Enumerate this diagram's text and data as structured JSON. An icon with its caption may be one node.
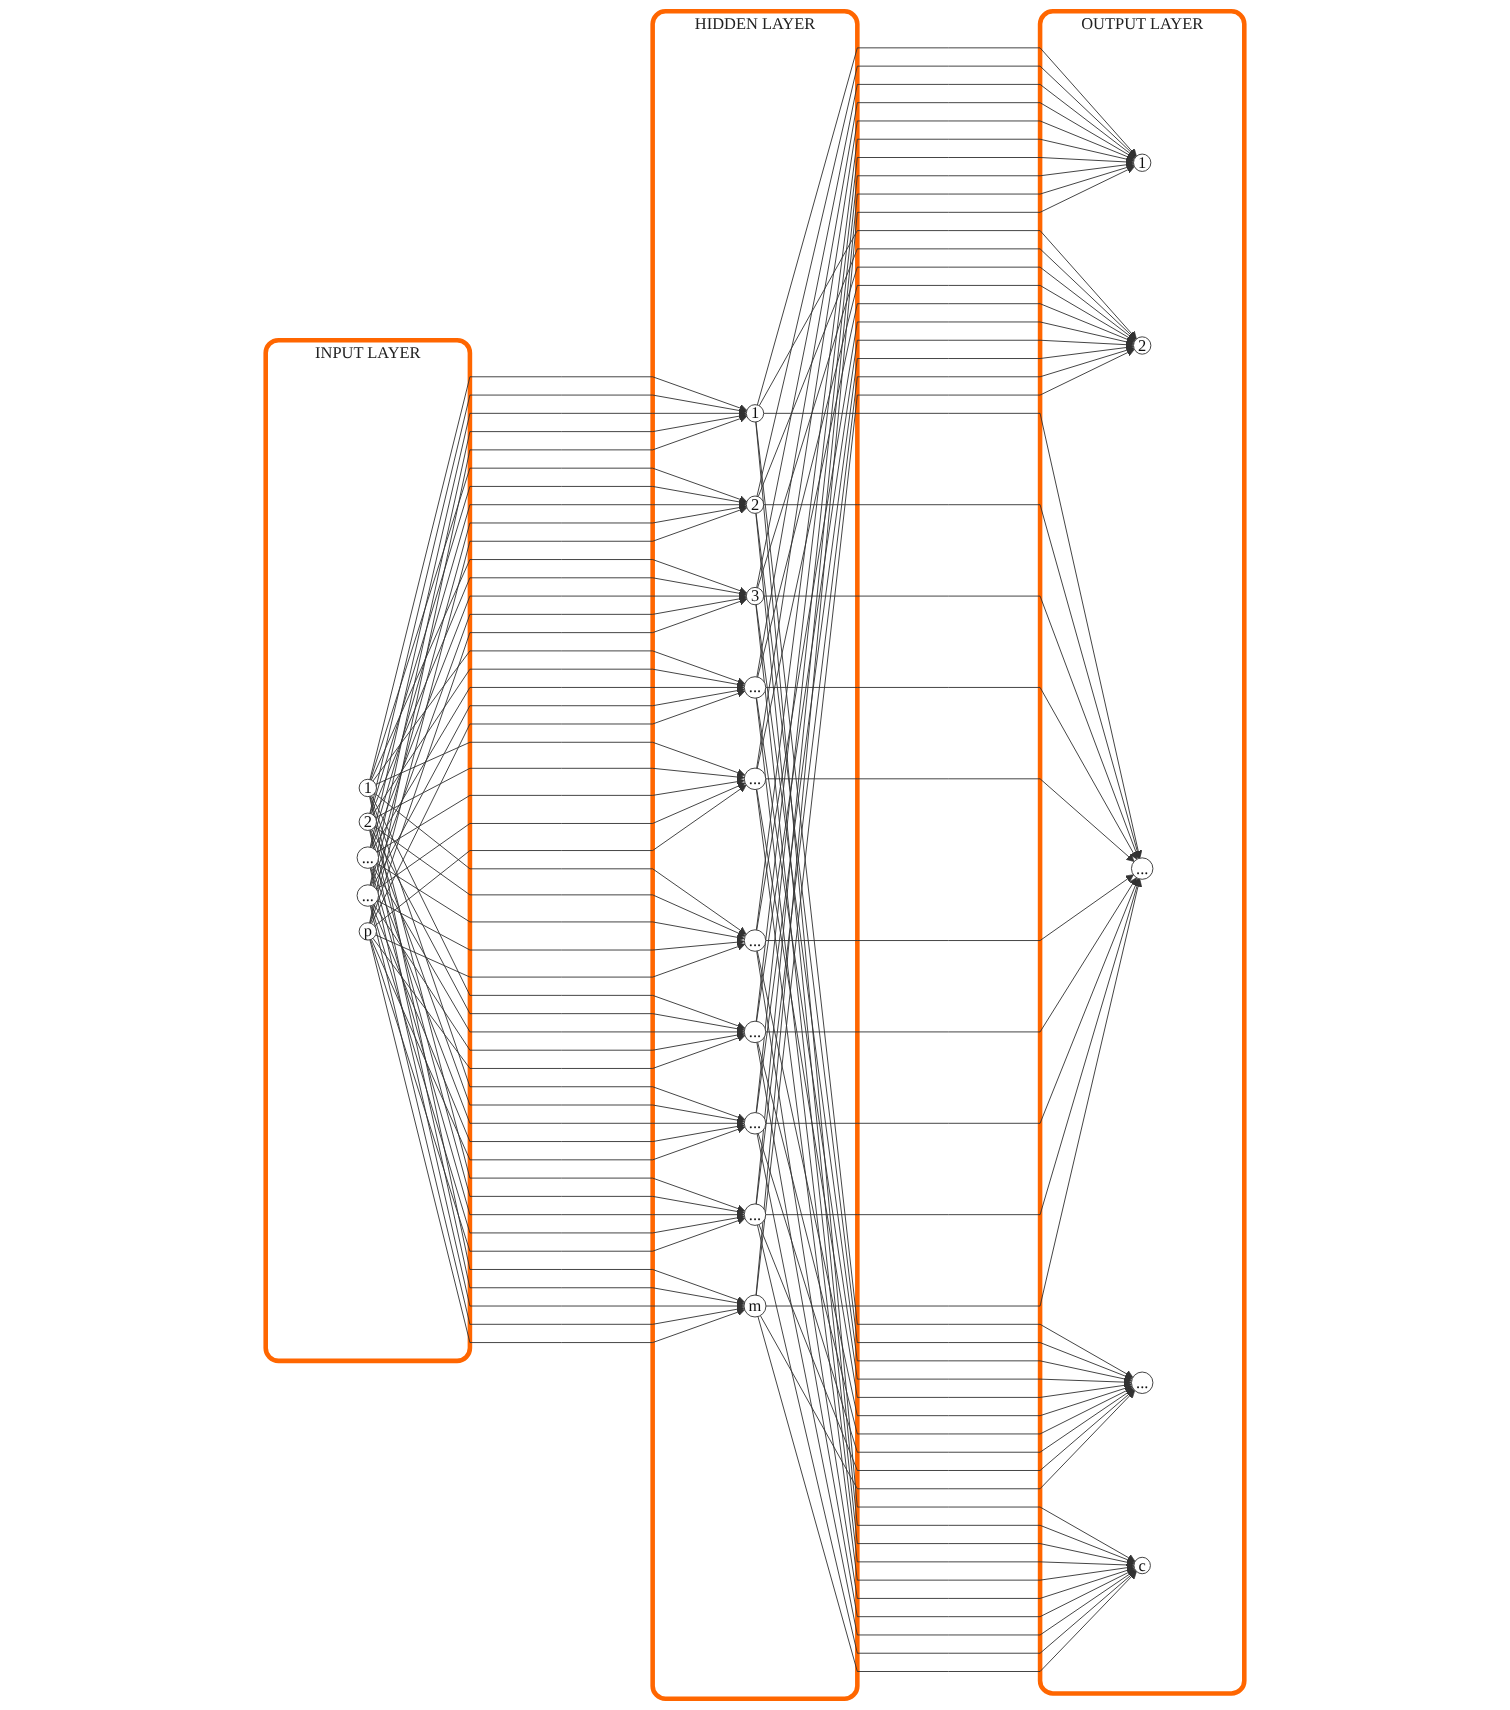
{
  "diagram": {
    "nodes": [
      {
        "text": [
          "INPUT LAYER"
        ]
      },
      {
        "text": [
          "1"
        ],
        "in": 0
      },
      {
        "text": [
          "2"
        ],
        "in": 0
      },
      {
        "text": [
          "..."
        ],
        "in": 0
      },
      {
        "text": [
          "..."
        ],
        "in": 0
      },
      {
        "text": [
          "p"
        ],
        "in": 0
      },
      {
        "text": [
          "HIDDEN LAYER"
        ]
      },
      {
        "text": [
          "1"
        ],
        "in": 6
      },
      {
        "text": [
          "2"
        ],
        "in": 6
      },
      {
        "text": [
          "3"
        ],
        "in": 6
      },
      {
        "text": [
          "..."
        ],
        "in": 6
      },
      {
        "text": [
          "..."
        ],
        "in": 6
      },
      {
        "text": [
          "..."
        ],
        "in": 6
      },
      {
        "text": [
          "..."
        ],
        "in": 6
      },
      {
        "text": [
          "..."
        ],
        "in": 6
      },
      {
        "text": [
          "..."
        ],
        "in": 6
      },
      {
        "text": [
          "m"
        ],
        "in": 6
      },
      {
        "text": [
          "OUTPUT LAYER"
        ]
      },
      {
        "text": [
          "1"
        ],
        "in": 17
      },
      {
        "text": [
          "2"
        ],
        "in": 17
      },
      {
        "text": [
          "..."
        ],
        "in": 17
      },
      {
        "text": [
          "..."
        ],
        "in": 17
      },
      {
        "text": [
          "c"
        ],
        "in": 17
      }
    ],
    "edges": [
      {
        "from": 1,
        "to": 7,
        "arrow": "to"
      },
      {
        "from": 1,
        "to": 8,
        "arrow": "to"
      },
      {
        "from": 1,
        "to": 9,
        "arrow": "to"
      },
      {
        "from": 1,
        "to": 10,
        "arrow": "to"
      },
      {
        "from": 1,
        "to": 11,
        "arrow": "to"
      },
      {
        "from": 1,
        "to": 12,
        "arrow": "to"
      },
      {
        "from": 1,
        "to": 13,
        "arrow": "to"
      },
      {
        "from": 1,
        "to": 14,
        "arrow": "to"
      },
      {
        "from": 1,
        "to": 15,
        "arrow": "to"
      },
      {
        "from": 1,
        "to": 16,
        "arrow": "to"
      },
      {
        "from": 2,
        "to": 7,
        "arrow": "to"
      },
      {
        "from": 2,
        "to": 8,
        "arrow": "to"
      },
      {
        "from": 2,
        "to": 9,
        "arrow": "to"
      },
      {
        "from": 2,
        "to": 10,
        "arrow": "to"
      },
      {
        "from": 2,
        "to": 11,
        "arrow": "to"
      },
      {
        "from": 2,
        "to": 12,
        "arrow": "to"
      },
      {
        "from": 2,
        "to": 13,
        "arrow": "to"
      },
      {
        "from": 2,
        "to": 14,
        "arrow": "to"
      },
      {
        "from": 2,
        "to": 15,
        "arrow": "to"
      },
      {
        "from": 2,
        "to": 16,
        "arrow": "to"
      },
      {
        "from": 3,
        "to": 7,
        "arrow": "to"
      },
      {
        "from": 3,
        "to": 8,
        "arrow": "to"
      },
      {
        "from": 3,
        "to": 9,
        "arrow": "to"
      },
      {
        "from": 3,
        "to": 10,
        "arrow": "to"
      },
      {
        "from": 3,
        "to": 11,
        "arrow": "to"
      },
      {
        "from": 3,
        "to": 12,
        "arrow": "to"
      },
      {
        "from": 3,
        "to": 13,
        "arrow": "to"
      },
      {
        "from": 3,
        "to": 14,
        "arrow": "to"
      },
      {
        "from": 3,
        "to": 15,
        "arrow": "to"
      },
      {
        "from": 3,
        "to": 16,
        "arrow": "to"
      },
      {
        "from": 4,
        "to": 7,
        "arrow": "to"
      },
      {
        "from": 4,
        "to": 8,
        "arrow": "to"
      },
      {
        "from": 4,
        "to": 9,
        "arrow": "to"
      },
      {
        "from": 4,
        "to": 10,
        "arrow": "to"
      },
      {
        "from": 4,
        "to": 11,
        "arrow": "to"
      },
      {
        "from": 4,
        "to": 12,
        "arrow": "to"
      },
      {
        "from": 4,
        "to": 13,
        "arrow": "to"
      },
      {
        "from": 4,
        "to": 14,
        "arrow": "to"
      },
      {
        "from": 4,
        "to": 15,
        "arrow": "to"
      },
      {
        "from": 4,
        "to": 16,
        "arrow": "to"
      },
      {
        "from": 5,
        "to": 7,
        "arrow": "to"
      },
      {
        "from": 5,
        "to": 8,
        "arrow": "to"
      },
      {
        "from": 5,
        "to": 9,
        "arrow": "to"
      },
      {
        "from": 5,
        "to": 10,
        "arrow": "to"
      },
      {
        "from": 5,
        "to": 11,
        "arrow": "to"
      },
      {
        "from": 5,
        "to": 12,
        "arrow": "to"
      },
      {
        "from": 5,
        "to": 13,
        "arrow": "to"
      },
      {
        "from": 5,
        "to": 14,
        "arrow": "to"
      },
      {
        "from": 5,
        "to": 15,
        "arrow": "to"
      },
      {
        "from": 5,
        "to": 16,
        "arrow": "to"
      },
      {
        "from": 7,
        "to": 18,
        "arrow": "to"
      },
      {
        "from": 7,
        "to": 19,
        "arrow": "to"
      },
      {
        "from": 7,
        "to": 20,
        "arrow": "to"
      },
      {
        "from": 7,
        "to": 21,
        "arrow": "to"
      },
      {
        "from": 7,
        "to": 22,
        "arrow": "to"
      },
      {
        "from": 8,
        "to": 18,
        "arrow": "to"
      },
      {
        "from": 8,
        "to": 19,
        "arrow": "to"
      },
      {
        "from": 8,
        "to": 20,
        "arrow": "to"
      },
      {
        "from": 8,
        "to": 21,
        "arrow": "to"
      },
      {
        "from": 8,
        "to": 22,
        "arrow": "to"
      },
      {
        "from": 9,
        "to": 18,
        "arrow": "to"
      },
      {
        "from": 9,
        "to": 19,
        "arrow": "to"
      },
      {
        "from": 9,
        "to": 20,
        "arrow": "to"
      },
      {
        "from": 9,
        "to": 21,
        "arrow": "to"
      },
      {
        "from": 9,
        "to": 22,
        "arrow": "to"
      },
      {
        "from": 10,
        "to": 18,
        "arrow": "to"
      },
      {
        "from": 10,
        "to": 19,
        "arrow": "to"
      },
      {
        "from": 10,
        "to": 20,
        "arrow": "to"
      },
      {
        "from": 10,
        "to": 21,
        "arrow": "to"
      },
      {
        "from": 10,
        "to": 22,
        "arrow": "to"
      },
      {
        "from": 11,
        "to": 18,
        "arrow": "to"
      },
      {
        "from": 11,
        "to": 19,
        "arrow": "to"
      },
      {
        "from": 11,
        "to": 20,
        "arrow": "to"
      },
      {
        "from": 11,
        "to": 21,
        "arrow": "to"
      },
      {
        "from": 11,
        "to": 22,
        "arrow": "to"
      },
      {
        "from": 12,
        "to": 18,
        "arrow": "to"
      },
      {
        "from": 12,
        "to": 19,
        "arrow": "to"
      },
      {
        "from": 12,
        "to": 20,
        "arrow": "to"
      },
      {
        "from": 12,
        "to": 21,
        "arrow": "to"
      },
      {
        "from": 12,
        "to": 22,
        "arrow": "to"
      },
      {
        "from": 13,
        "to": 18,
        "arrow": "to"
      },
      {
        "from": 13,
        "to": 19,
        "arrow": "to"
      },
      {
        "from": 13,
        "to": 20,
        "arrow": "to"
      },
      {
        "from": 13,
        "to": 21,
        "arrow": "to"
      },
      {
        "from": 13,
        "to": 22,
        "arrow": "to"
      },
      {
        "from": 14,
        "to": 18,
        "arrow": "to"
      },
      {
        "from": 14,
        "to": 19,
        "arrow": "to"
      },
      {
        "from": 14,
        "to": 20,
        "arrow": "to"
      },
      {
        "from": 14,
        "to": 21,
        "arrow": "to"
      },
      {
        "from": 14,
        "to": 22,
        "arrow": "to"
      },
      {
        "from": 15,
        "to": 18,
        "arrow": "to"
      },
      {
        "from": 15,
        "to": 19,
        "arrow": "to"
      },
      {
        "from": 15,
        "to": 20,
        "arrow": "to"
      },
      {
        "from": 15,
        "to": 21,
        "arrow": "to"
      },
      {
        "from": 15,
        "to": 22,
        "arrow": "to"
      },
      {
        "from": 16,
        "to": 18,
        "arrow": "to"
      },
      {
        "from": 16,
        "to": 19,
        "arrow": "to"
      },
      {
        "from": 16,
        "to": 20,
        "arrow": "to"
      },
      {
        "from": 16,
        "to": 21,
        "arrow": "to"
      },
      {
        "from": 16,
        "to": 22,
        "arrow": "to"
      }
    ]
  }
}
